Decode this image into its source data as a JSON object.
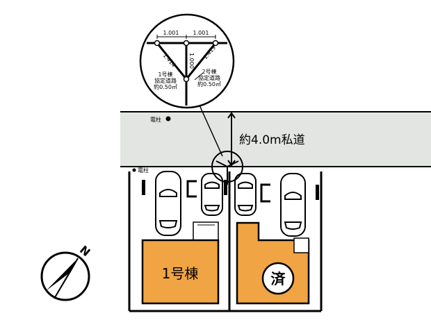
{
  "road": {
    "label": "約4.0m私道"
  },
  "poles": {
    "upper": "電柱",
    "left": "電柱"
  },
  "houses": [
    {
      "label": "1号棟",
      "status": ""
    },
    {
      "label": "",
      "status": "済"
    }
  ],
  "detail": {
    "dim_left": "1.001",
    "dim_right": "1.001",
    "diag_left": "1.414",
    "diag_right": "1.419",
    "center": "1.000",
    "note1_line1": "1号棟",
    "note1_line2": "協定道路",
    "note1_line3": "約0.50㎡",
    "note2_line1": "2号棟",
    "note2_line2": "協定道路",
    "note2_line3": "約0.50㎡"
  },
  "north": {
    "label": "N"
  },
  "colors": {
    "house": "#f0a443",
    "road": "#e3e5e3",
    "ink": "#000000"
  }
}
